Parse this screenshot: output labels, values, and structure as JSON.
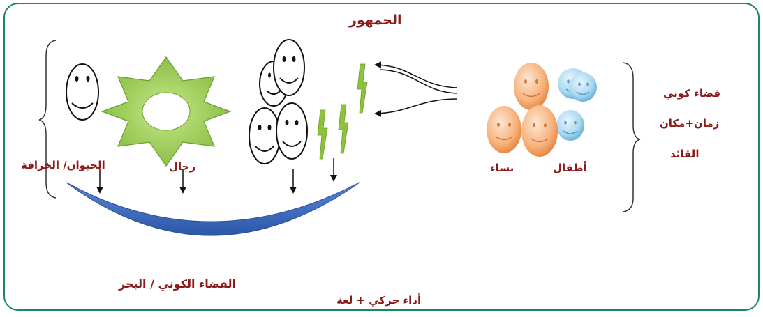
{
  "labels": {
    "title": "الجمهور",
    "animal_myth": "الحيوان/ الخرافة",
    "men": "رجال",
    "women": "نساء",
    "children": "أطفال",
    "cosmic_space": "فضاء كوني",
    "time_place": "زمان+مكان",
    "leader": "القائد",
    "space_sea": "الفضاء الكوني / البحر",
    "performance": "أداء حركي + لغة"
  },
  "colors": {
    "frame": "#1a8a5a",
    "label_text": "#8b1a1a",
    "star_fill": "#8cc23c",
    "wave_fill": "#8cc23c",
    "arc_fill": "#3f6fc4",
    "peach_face": "#f5a36a",
    "blue_face": "#7fc4e8"
  }
}
